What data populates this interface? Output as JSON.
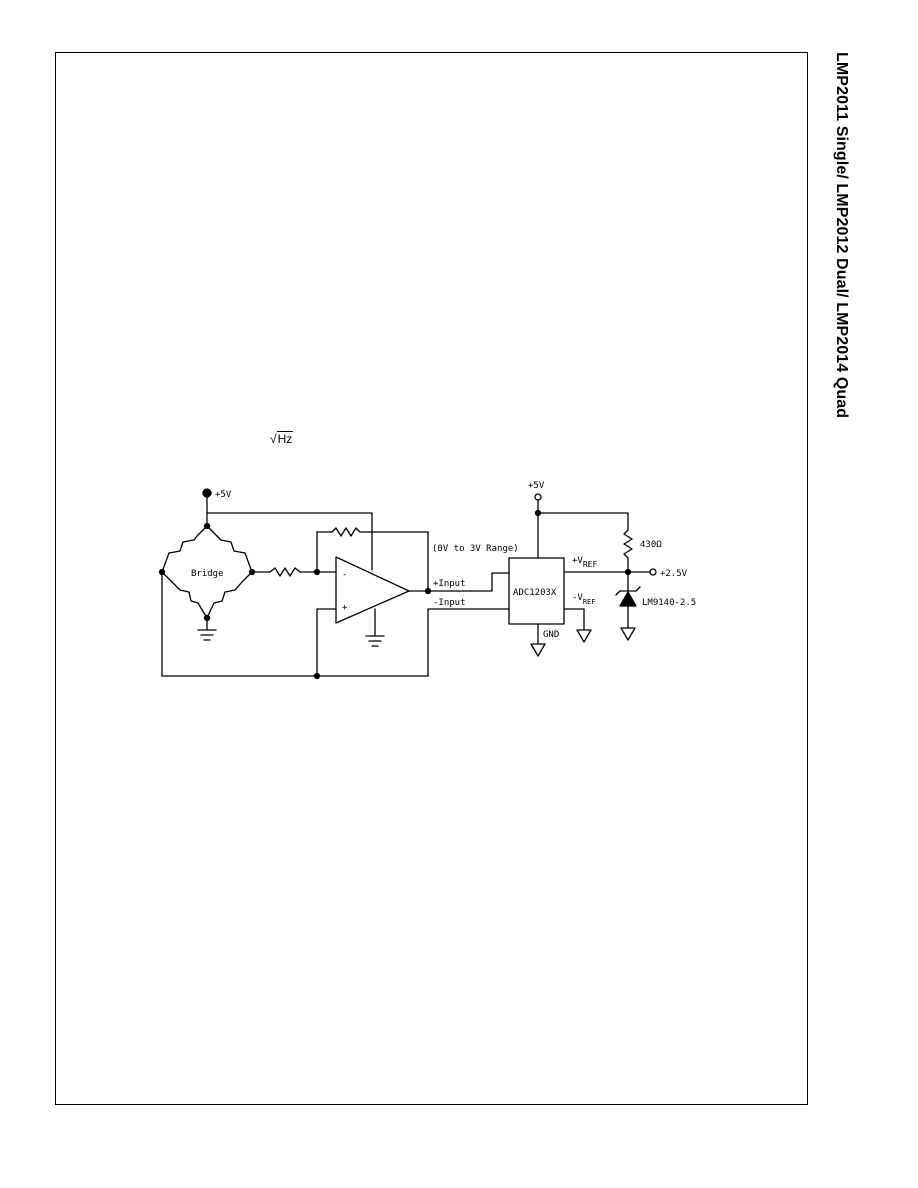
{
  "header": {
    "side_title": "LMP2011 Single/ LMP2012 Dual/ LMP2014 Quad"
  },
  "fragment": {
    "sqrt_symbol": "√",
    "sqrt_unit": "Hz"
  },
  "diagram": {
    "supply_left": "+5V",
    "bridge_label": "Bridge",
    "range_note": "(0V to 3V Range)",
    "opamp_minus": "-",
    "opamp_plus": "+",
    "adc_plus_input": "+Input",
    "adc_minus_input": "-Input",
    "supply_right": "+5V",
    "adc_label": "ADC1203X",
    "vref_plus_prefix": "+V",
    "vref_plus_sub": "REF",
    "vref_minus_prefix": "-V",
    "vref_minus_sub": "REF",
    "gnd_label": "GND",
    "resistor_value": "430Ω",
    "output_voltage": "+2.5V",
    "diode_part": "LM9140-2.5"
  }
}
